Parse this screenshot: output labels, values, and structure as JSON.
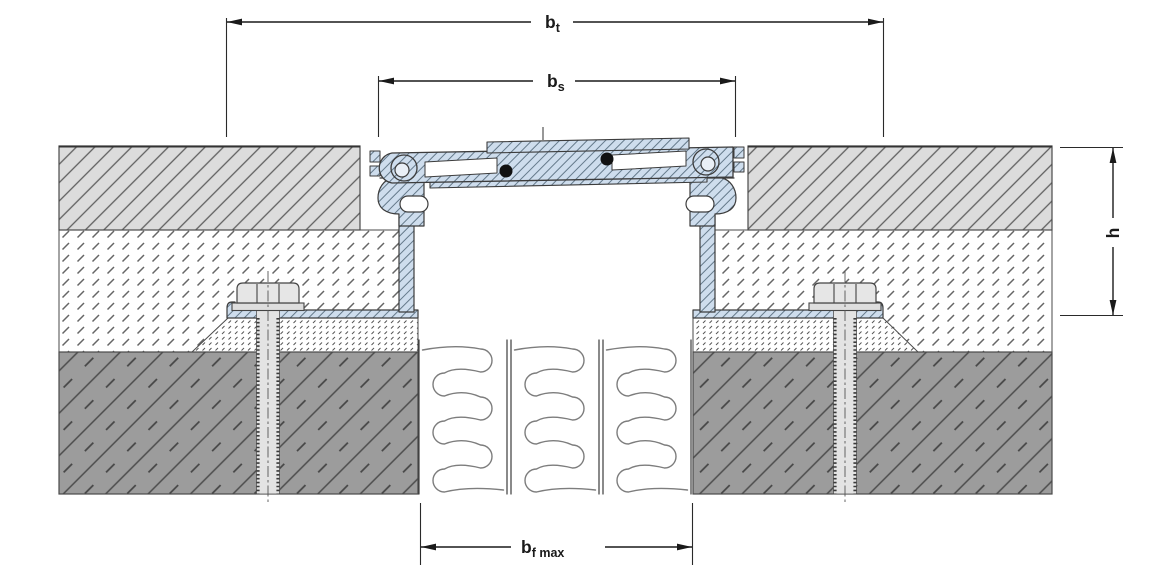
{
  "diagram": {
    "kind": "technical cross-section drawing",
    "subject": "floor expansion joint cover profile with anchor bolts and mineral wool joint filler"
  },
  "labels": {
    "bt": {
      "base": "b",
      "sub": "t"
    },
    "bs": {
      "base": "b",
      "sub": "s"
    },
    "bf": {
      "base": "b",
      "sub": "f max"
    },
    "h": {
      "base": "h",
      "sub": ""
    }
  },
  "colors": {
    "background": "#ffffff",
    "aluminum_profile_fill": "#cedded",
    "aluminum_hatch": "#64798a",
    "floor_finish_fill": "#dcdcdc",
    "floor_finish_hatch": "#5f5f5f",
    "mortar_dash": "#666666",
    "bedding_stipple": "#555555",
    "concrete_fill": "#9c9c9c",
    "concrete_hatch": "#4c4c4c",
    "mineral_wool_stroke": "#7d7d7d",
    "bolt_fill": "#e6e6e6",
    "screw_head": "#111111",
    "outline": "#3c3c3c",
    "dimension_line": "#1a1a1a"
  }
}
